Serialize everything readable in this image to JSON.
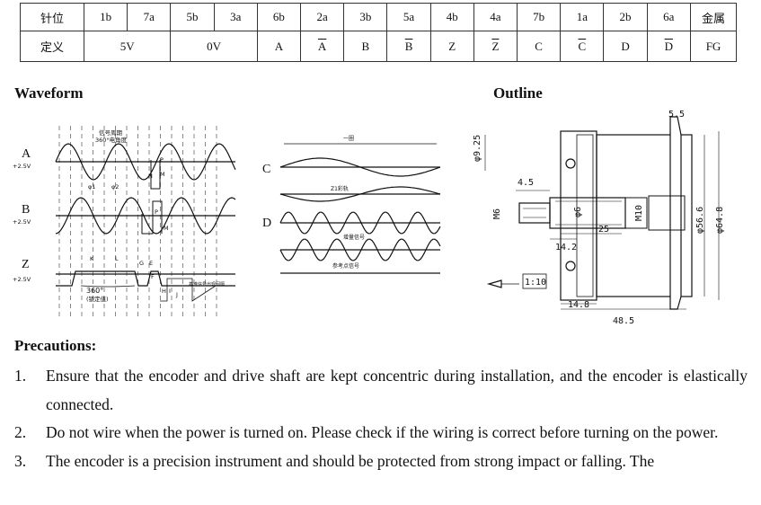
{
  "pin_table": {
    "header_label": "针位",
    "define_label": "定义",
    "pins": [
      "1b",
      "7a",
      "5b",
      "3a",
      "6b",
      "2a",
      "3b",
      "5a",
      "4b",
      "4a",
      "7b",
      "1a",
      "2b",
      "6a"
    ],
    "shell_label": "金属",
    "defs": [
      {
        "text": "5V",
        "span": 2,
        "overline": false
      },
      {
        "text": "0V",
        "span": 2,
        "overline": false
      },
      {
        "text": "A",
        "span": 1,
        "overline": false
      },
      {
        "text": "A",
        "span": 1,
        "overline": true
      },
      {
        "text": "B",
        "span": 1,
        "overline": false
      },
      {
        "text": "B",
        "span": 1,
        "overline": true
      },
      {
        "text": "Z",
        "span": 1,
        "overline": false
      },
      {
        "text": "Z",
        "span": 1,
        "overline": true
      },
      {
        "text": "C",
        "span": 1,
        "overline": false
      },
      {
        "text": "C",
        "span": 1,
        "overline": true
      },
      {
        "text": "D",
        "span": 1,
        "overline": false
      },
      {
        "text": "D",
        "span": 1,
        "overline": true
      },
      {
        "text": "FG",
        "span": 1,
        "overline": false
      }
    ]
  },
  "waveform": {
    "title": "Waveform",
    "channels": [
      {
        "name": "A",
        "level": "+2.5V"
      },
      {
        "name": "B",
        "level": "+2.5V"
      },
      {
        "name": "Z",
        "level": "+2.5V"
      }
    ],
    "period_label": "信号周期",
    "period_value": "360°电角度",
    "z_angle": "360°",
    "z_note": "(锁定值)",
    "z_small": "基准信号出现间隔",
    "markers": [
      "P",
      "M",
      "N",
      "P",
      "M",
      "K",
      "L",
      "G",
      "E",
      "F",
      "H",
      "I",
      "J",
      "φ1",
      "φ2"
    ],
    "cd_channels": [
      "C",
      "D"
    ],
    "one_turn": "一圈",
    "z1_label": "Z1彩轨",
    "inc_label": "增量信号",
    "ref_label": "参考点信号"
  },
  "outline": {
    "title": "Outline",
    "dims": [
      "5.5",
      "φ9.25",
      "4.5",
      "M6",
      "φ6",
      "M10",
      "25",
      "14.2",
      "1:10",
      "14.8",
      "48.5",
      "φ56.6",
      "φ64.8"
    ]
  },
  "precautions": {
    "title": "Precautions:",
    "items": [
      {
        "num": "1.",
        "text": "Ensure that the encoder and drive shaft are kept concentric during installation, and the encoder is elastically connected."
      },
      {
        "num": "2.",
        "text": "Do not wire when the power is turned on. Please check if the wiring is correct before turning on the power."
      },
      {
        "num": "3.",
        "text": "The encoder is a precision instrument and should be protected from strong impact or falling. The"
      }
    ]
  }
}
